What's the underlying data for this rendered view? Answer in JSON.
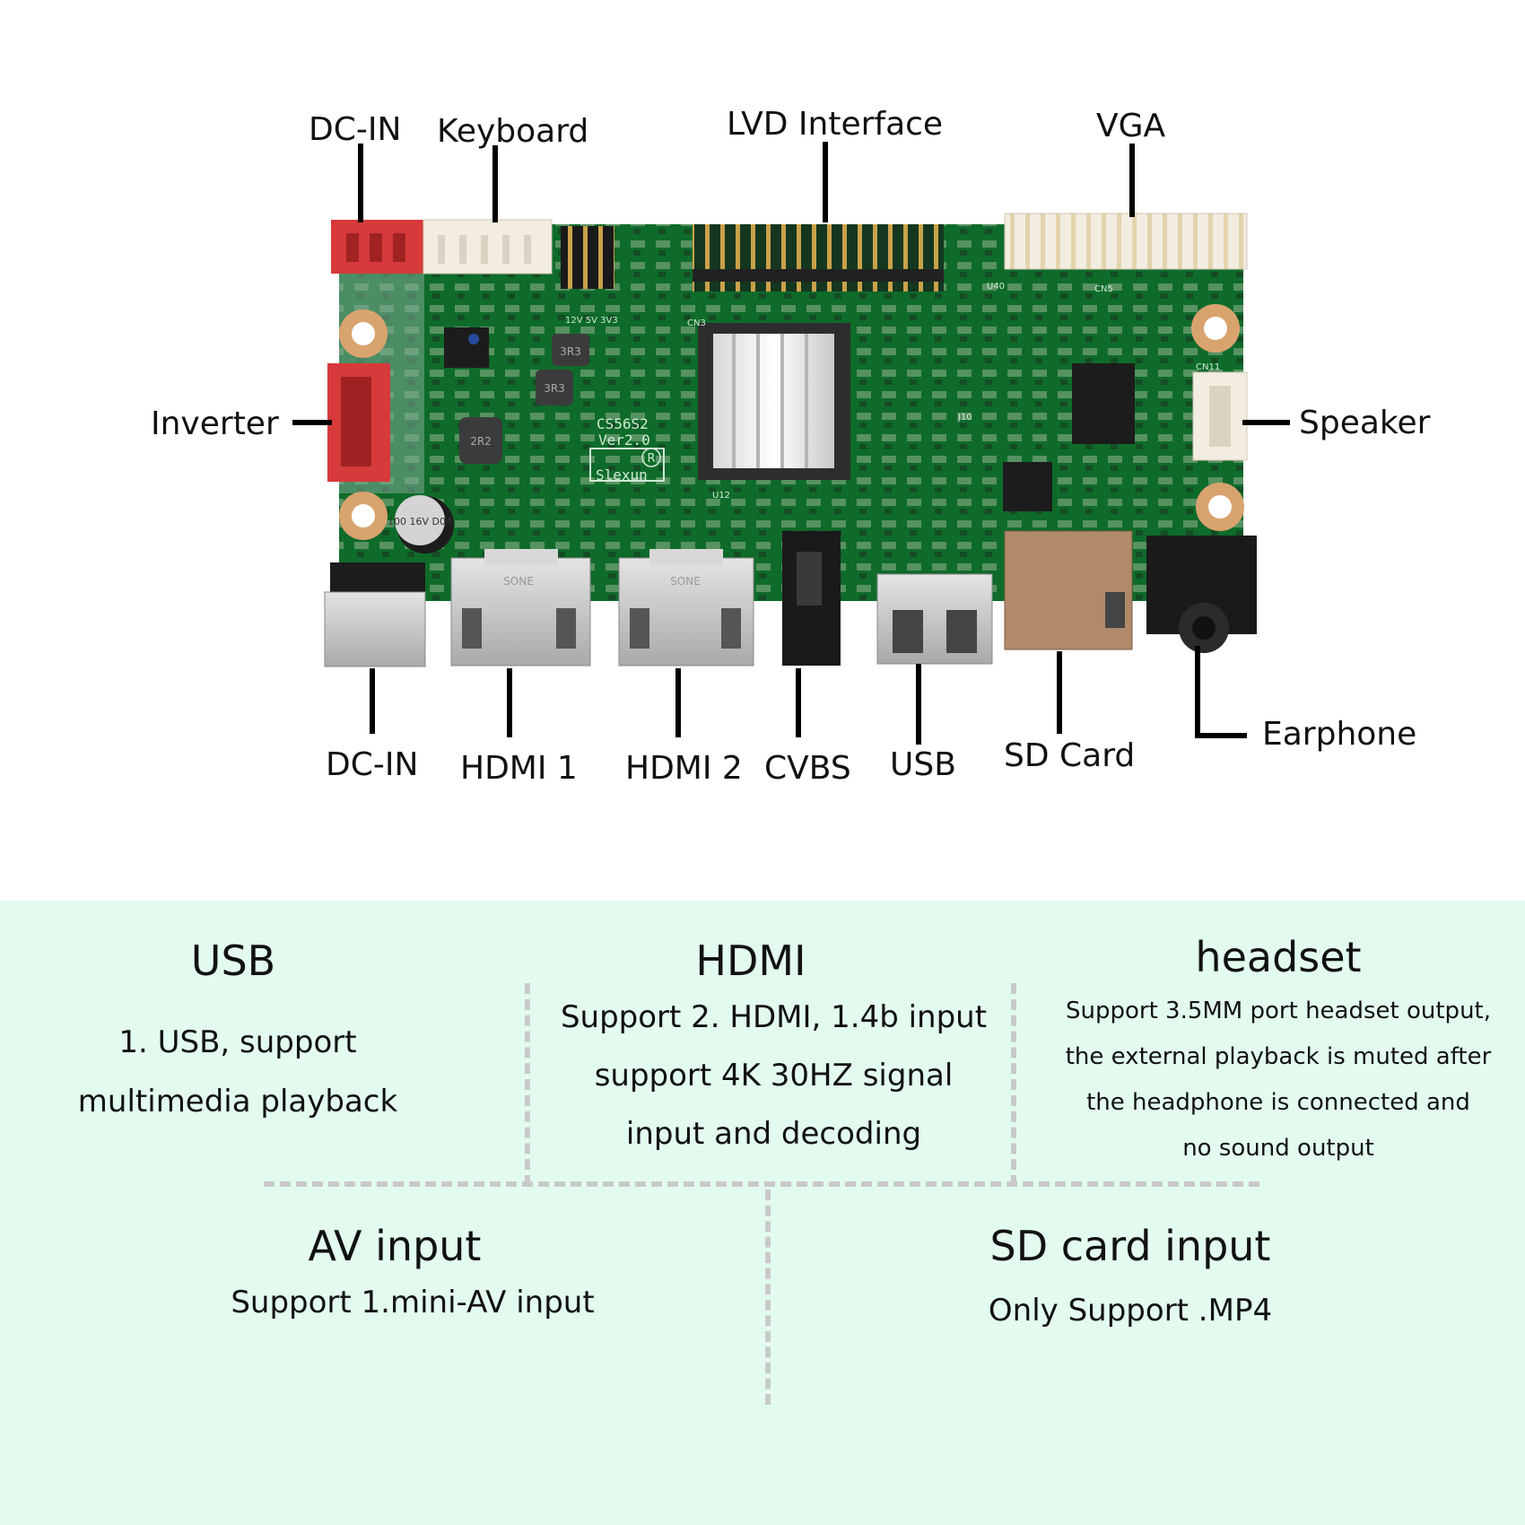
{
  "labels": {
    "dc_in_top": "DC-IN",
    "keyboard": "Keyboard",
    "lvd_interface": "LVD Interface",
    "vga": "VGA",
    "inverter": "Inverter",
    "speaker": "Speaker",
    "dc_in_bottom": "DC-IN",
    "hdmi1": "HDMI 1",
    "hdmi2": "HDMI 2",
    "cvbs": "CVBS",
    "usb": "USB",
    "sd_card": "SD Card",
    "earphone": "Earphone"
  },
  "board_markings": {
    "model": "CS56S2",
    "version": "Ver2.0",
    "brand": "Slexun",
    "registered": "R",
    "inductor_1": "3R3",
    "inductor_2": "3R3",
    "inductor_3": "2R2",
    "capacitor": "100 16V D04",
    "hdmi_port_mark": "SONE",
    "jumper_mark": "12V 5V 3V3",
    "cn3": "CN3",
    "cn5": "CN5",
    "cn11": "CN11",
    "u40": "U40",
    "u12": "U12",
    "j10": "J10"
  },
  "features": {
    "usb": {
      "title": "USB",
      "lines": [
        "1. USB, support",
        "multimedia playback"
      ]
    },
    "hdmi": {
      "title": "HDMI",
      "lines": [
        "Support 2. HDMI, 1.4b input",
        "support 4K 30HZ signal",
        "input and decoding"
      ]
    },
    "headset": {
      "title": "headset",
      "lines": [
        "Support 3.5MM port headset output,",
        "the external playback is muted after",
        "the headphone is connected and",
        "no sound output"
      ]
    },
    "av": {
      "title": "AV input",
      "lines": [
        "Support 1.mini-AV input"
      ]
    },
    "sd": {
      "title": "SD card input",
      "lines": [
        "Only Support .MP4"
      ]
    }
  },
  "colors": {
    "pcb": "#0f6b2a",
    "info_bg": "#e3fbef",
    "connector_red": "#d63a3a",
    "connector_white": "#f2ede0"
  }
}
